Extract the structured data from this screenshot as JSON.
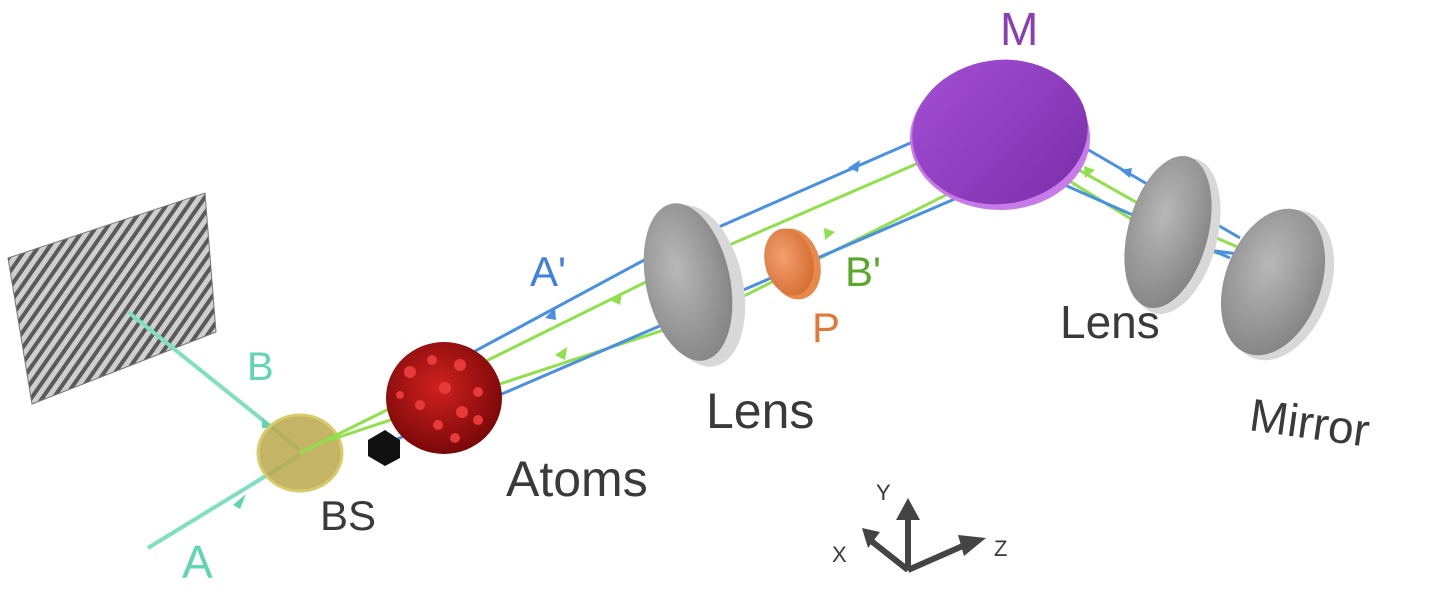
{
  "labels": {
    "beam_a": "A",
    "beam_b": "B",
    "beam_a_prime": "A'",
    "beam_b_prime": "B'",
    "beam_splitter": "BS",
    "atoms": "Atoms",
    "lens_1": "Lens",
    "lens_2": "Lens",
    "polarizer": "P",
    "mirror_m": "M",
    "mirror": "Mirror"
  },
  "axes": {
    "x": "X",
    "y": "Y",
    "z": "Z"
  },
  "colors": {
    "beam_ab": "#7fe0c0",
    "beam_blue": "#4a90e2",
    "beam_green": "#8fe04a",
    "label_teal": "#5fd6b0",
    "label_blue": "#3f7fe0",
    "label_green": "#5aa82a",
    "label_orange": "#e07a3a",
    "label_purple": "#8a3fb0",
    "label_gray": "#3a3a3a",
    "atoms_red": "#a01010",
    "mirror_purple": "#9b44c8",
    "lens_gray": "#9a9a9a",
    "bs_olive": "#b8a84a"
  }
}
